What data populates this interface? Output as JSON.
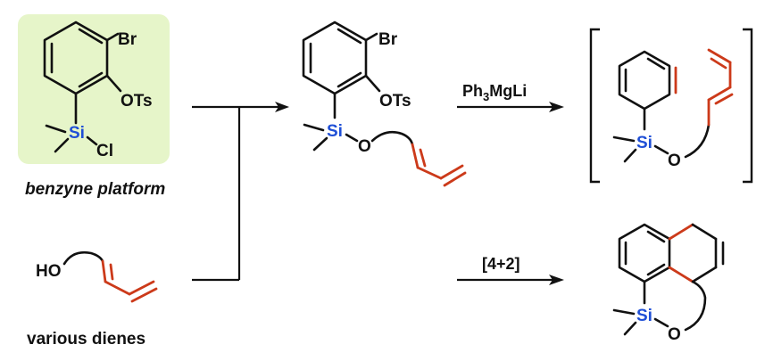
{
  "platform": {
    "label_br": "Br",
    "label_ots": "OTs",
    "label_si": "Si",
    "label_cl": "Cl",
    "caption": "benzyne platform",
    "highlight_color": "#e6f5c9"
  },
  "dienol": {
    "label_ho": "HO",
    "caption": "various dienes"
  },
  "silyl_ether": {
    "label_br": "Br",
    "label_ots": "OTs",
    "label_si": "Si",
    "label_o": "O"
  },
  "reagent_top": {
    "main": "Ph",
    "sub1": "3",
    "rest": "MgLi"
  },
  "intermediate": {
    "label_si": "Si",
    "label_o": "O"
  },
  "reagent_bottom": "[4+2]",
  "product": {
    "label_si": "Si",
    "label_o": "O"
  },
  "colors": {
    "accent_red": "#cc3a1a",
    "si_blue": "#1f4fd6",
    "highlight_green": "#e6f5c9"
  }
}
